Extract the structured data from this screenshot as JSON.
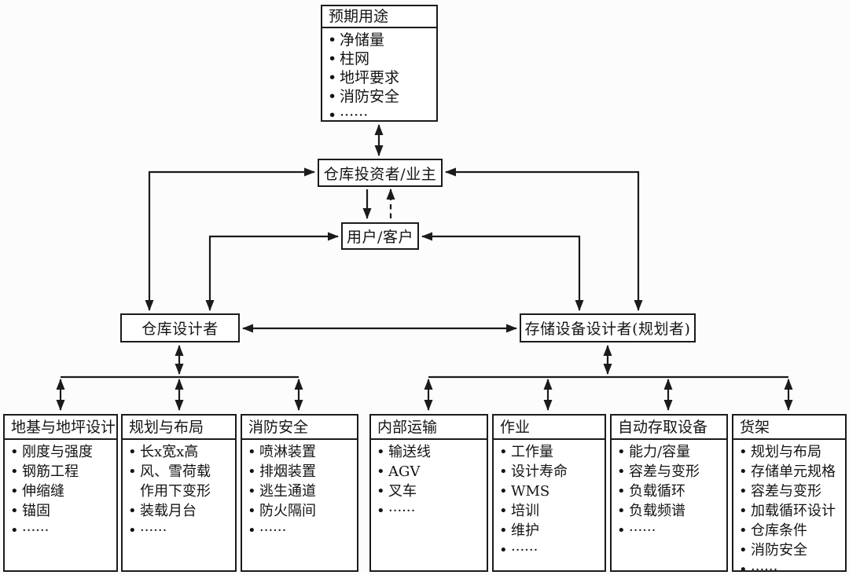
{
  "diagram": {
    "title_hint": "warehouse-design-stakeholder-flowchart",
    "colors": {
      "line": "#1b1b1b",
      "box_bg": "#ffffff",
      "text": "#141414",
      "background": "#fcfcfc"
    },
    "top_box": {
      "title": "预期用途",
      "items": [
        "净储量",
        "柱网",
        "地坪要求",
        "消防安全",
        "······"
      ]
    },
    "investor": {
      "label": "仓库投资者/业主"
    },
    "user": {
      "label": "用户/客户"
    },
    "warehouse_designer": {
      "label": "仓库设计者"
    },
    "storage_designer": {
      "label": "存储设备设计者(规划者)"
    },
    "bottom_boxes": [
      {
        "title": "地基与地坪设计",
        "items": [
          "刚度与强度",
          "钢筋工程",
          "伸缩缝",
          "锚固",
          "······"
        ]
      },
      {
        "title": "规划与布局",
        "items": [
          "长x宽x高",
          "风、雪荷载作用下变形",
          "装载月台",
          "······"
        ]
      },
      {
        "title": "消防安全",
        "items": [
          "喷淋装置",
          "排烟装置",
          "逃生通道",
          "防火隔间",
          "······"
        ]
      },
      {
        "title": "内部运输",
        "items": [
          "输送线",
          "AGV",
          "叉车",
          "······"
        ]
      },
      {
        "title": "作业",
        "items": [
          "工作量",
          "设计寿命",
          "WMS",
          "培训",
          "维护",
          "······"
        ]
      },
      {
        "title": "自动存取设备",
        "items": [
          "能力/容量",
          "容差与变形",
          "负载循环",
          "负载频谱",
          "······"
        ]
      },
      {
        "title": "货架",
        "items": [
          "规划与布局",
          "存储单元规格",
          "容差与变形",
          "加载循环设计",
          "仓库条件",
          "消防安全",
          "······"
        ]
      }
    ]
  }
}
